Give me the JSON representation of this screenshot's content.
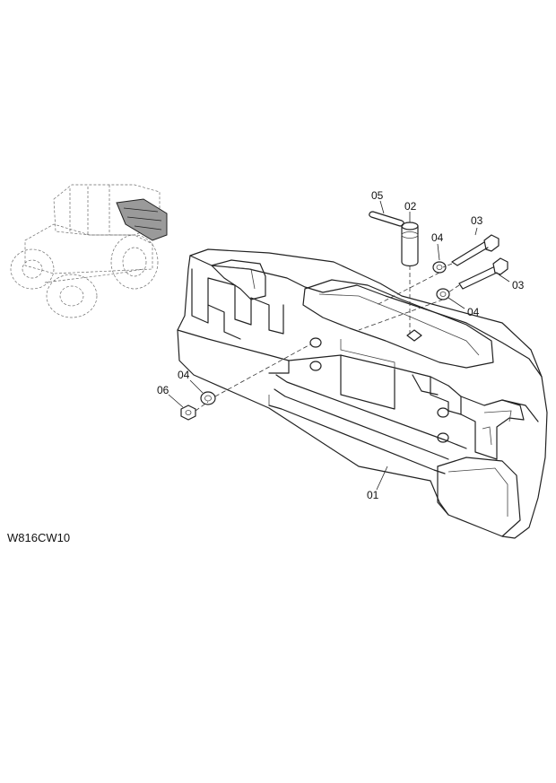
{
  "figure_code": "W816CW10",
  "callouts": {
    "weight_block": "01",
    "pin": "02",
    "bolt_upper": "03",
    "bolt_lower": "03",
    "washer_upper": "04",
    "washer_middle": "04",
    "washer_left": "04",
    "lock_clip": "05",
    "nut": "06"
  }
}
